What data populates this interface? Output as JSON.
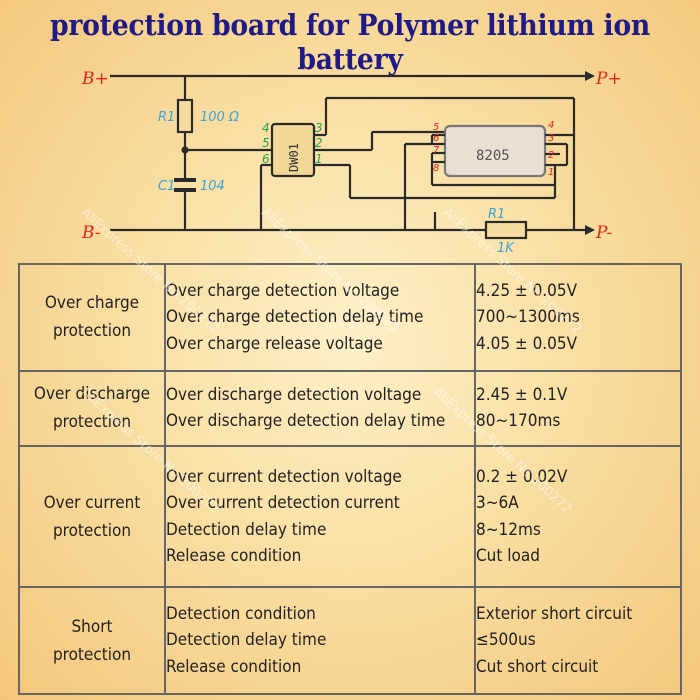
{
  "title": "protection  board for Polymer lithium ion battery",
  "diagram": {
    "b_plus": "B+",
    "b_minus": "B-",
    "p_plus": "P+",
    "p_minus": "P-",
    "r1_label": "R1",
    "r1_value": "100 Ω",
    "c1_label": "C1",
    "c1_value": "104",
    "ic1_name": "DW01",
    "ic1_pins": [
      "4",
      "5",
      "6",
      "3",
      "2",
      "1"
    ],
    "ic2_name": "8205",
    "ic2_pins_left": [
      "5",
      "6",
      "7",
      "8"
    ],
    "ic2_pins_right": [
      "4",
      "3",
      "2",
      "1"
    ],
    "r2_label": "R1",
    "r2_value": "1K"
  },
  "watermark": "AliExpress Store No.200272",
  "table": [
    {
      "category": [
        "Over charge",
        "protection"
      ],
      "items": [
        [
          "Over charge detection voltage",
          "4.25 ± 0.05V"
        ],
        [
          "Over charge detection delay time",
          "700~1300ms"
        ],
        [
          "Over charge release voltage",
          "4.05 ± 0.05V"
        ]
      ]
    },
    {
      "category": [
        "Over discharge",
        "protection"
      ],
      "items": [
        [
          "Over discharge detection voltage",
          "2.45 ± 0.1V"
        ],
        [
          "Over discharge detection delay time",
          "80~170ms"
        ]
      ]
    },
    {
      "category": [
        "Over current",
        "protection"
      ],
      "items": [
        [
          "Over current detection voltage",
          "0.2 ± 0.02V"
        ],
        [
          "Over current detection current",
          "3~6A"
        ],
        [
          "Detection delay time",
          "8~12ms"
        ],
        [
          "Release condition",
          "Cut load"
        ]
      ]
    },
    {
      "category": [
        "Short",
        "protection"
      ],
      "items": [
        [
          "Detection condition",
          "Exterior short circuit"
        ],
        [
          "Detection delay time",
          "≤500us"
        ],
        [
          "Release condition",
          "Cut short circuit"
        ]
      ]
    }
  ],
  "colors": {
    "title": "#1f1a86",
    "wire": "#2a2a2a",
    "terminal_label": "#e2231a",
    "component_label": "#3aa3d8",
    "pin_label": "#27a04a"
  }
}
